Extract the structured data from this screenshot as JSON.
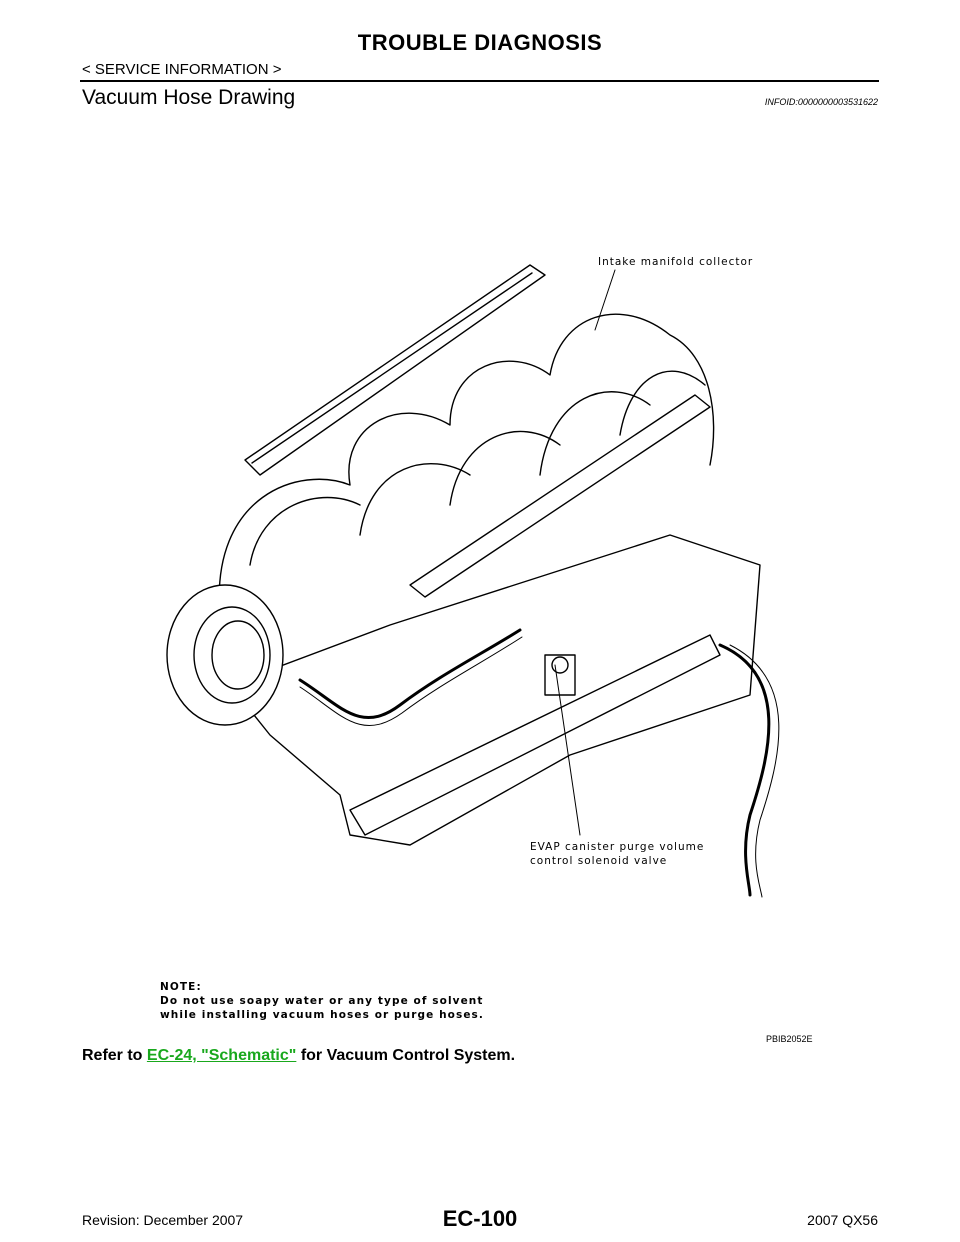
{
  "header": {
    "title": "TROUBLE DIAGNOSIS",
    "subtitle": "< SERVICE INFORMATION >"
  },
  "section": {
    "title": "Vacuum Hose Drawing",
    "info_id": "INFOID:0000000003531622"
  },
  "figure": {
    "callout_collector": "Intake manifold collector",
    "callout_evap_line1": "EVAP canister purge volume",
    "callout_evap_line2": "control solenoid valve",
    "note_heading": "NOTE:",
    "note_line1": "Do not use soapy water or any type of solvent",
    "note_line2": "while installing vacuum hoses or purge hoses.",
    "figure_id": "PBIB2052E"
  },
  "refer": {
    "prefix": "Refer to",
    "link_text": "EC-24, \"Schematic\"",
    "suffix": "for Vacuum Control System."
  },
  "footer": {
    "page": "EC-100",
    "revision": "Revision: December 2007",
    "model": "2007 QX56"
  }
}
